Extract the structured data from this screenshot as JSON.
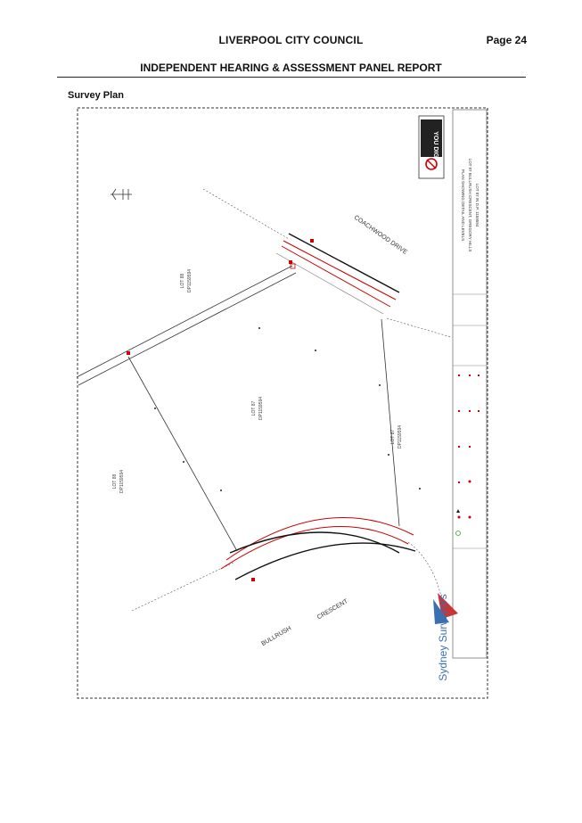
{
  "header": {
    "org": "LIVERPOOL CITY COUNCIL",
    "page": "Page 24",
    "report": "INDEPENDENT HEARING & ASSESSMENT PANEL REPORT"
  },
  "section_title": "Survey Plan",
  "plan": {
    "street_north": "COACHWOOD DRIVE",
    "street_south_1": "BULLRUSH",
    "street_south_2": "CRESCENT",
    "lot_west": "LOT 88",
    "lot_west_dp": "DP1159594",
    "lot_north": "LOT 88",
    "lot_north_dp": "DP1159594",
    "lot_subject": "LOT 87",
    "lot_subject_dp": "DP1159594",
    "lot_east": "LOT 87",
    "lot_east_dp": "DP1159594",
    "company_name": "Sydney Surveyors",
    "dial_text": "YOU DIG",
    "title_block_1": "PLAN SHOWING DETAIL AND LEVELS",
    "title_block_2": "LOT 87 BULLRUSH CRESCENT, GREGORY HILLS",
    "title_block_3": "LOT 87 IN D.P. 1159594"
  }
}
